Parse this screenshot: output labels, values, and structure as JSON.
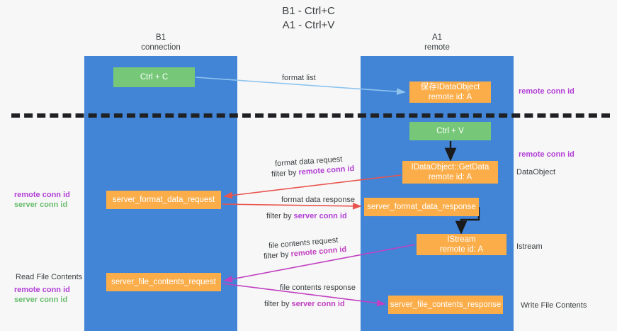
{
  "heading": {
    "line1": "B1 - Ctrl+C",
    "line2": "A1 - Ctrl+V"
  },
  "lanes": [
    {
      "id": "b1",
      "title": "B1",
      "subtitle": "connection",
      "color": "#4285d6"
    },
    {
      "id": "a1",
      "title": "A1",
      "subtitle": "remote",
      "color": "#4285d6"
    }
  ],
  "nodes": {
    "ctrl_c": {
      "label": "Ctrl + C",
      "sub": "",
      "color": "#76c878"
    },
    "save_ido": {
      "label": "保存IDataObject",
      "sub": "remote id: A",
      "color": "#fbad4a"
    },
    "ctrl_v": {
      "label": "Ctrl + V",
      "sub": "",
      "color": "#76c878"
    },
    "getdata": {
      "label": "IDataObject::GetData",
      "sub": "remote id: A",
      "color": "#fbad4a"
    },
    "fmt_req": {
      "label": "server_format_data_request",
      "sub": "",
      "color": "#fbad4a"
    },
    "fmt_resp": {
      "label": "server_format_data_response",
      "sub": "",
      "color": "#fbad4a"
    },
    "istream": {
      "label": "IStream",
      "sub": "remote id: A",
      "color": "#fbad4a"
    },
    "file_req": {
      "label": "server_file_contents_request",
      "sub": "",
      "color": "#fbad4a"
    },
    "file_resp": {
      "label": "server_file_contents_response",
      "sub": "",
      "color": "#fbad4a"
    }
  },
  "flow_labels": {
    "format_list": "format list",
    "format_data_request": "format data request",
    "format_data_request_filter_prefix": "filter by ",
    "format_data_request_filter_key": "remote conn id",
    "format_data_response": "format data response",
    "format_data_response_filter_prefix": "filter by ",
    "format_data_response_filter_key": "server conn id",
    "file_contents_request": "file contents request",
    "file_contents_request_filter_prefix": "filter by ",
    "file_contents_request_filter_key": "remote conn id",
    "file_contents_response": "file contents response",
    "file_contents_response_filter_prefix": "filter by ",
    "file_contents_response_filter_key": "server conn id"
  },
  "side_labels": {
    "right_remote_conn_id_1": "remote conn id",
    "right_remote_conn_id_2": "remote conn id",
    "dataobject": "DataObject",
    "istream": "Istream",
    "write_file_contents": "Write File Contents",
    "read_file_contents": "Read File Contents",
    "left_remote_conn_id_1": "remote conn id",
    "left_server_conn_id_1": "server conn id",
    "left_remote_conn_id_2": "remote conn id",
    "left_server_conn_id_2": "server conn id"
  },
  "colors": {
    "lane": "#4285d6",
    "green_node": "#76c878",
    "orange_node": "#fbad4a",
    "remote_conn_id": "#b23fd6",
    "server_conn_id": "#6abd6e",
    "arrow_format_list": "#8ec4ee",
    "arrow_format_data": "#e8554e",
    "arrow_file_contents": "#c13fc1",
    "arrow_black": "#1a1a1a",
    "divider": "#202124",
    "background": "#f7f7f7"
  }
}
